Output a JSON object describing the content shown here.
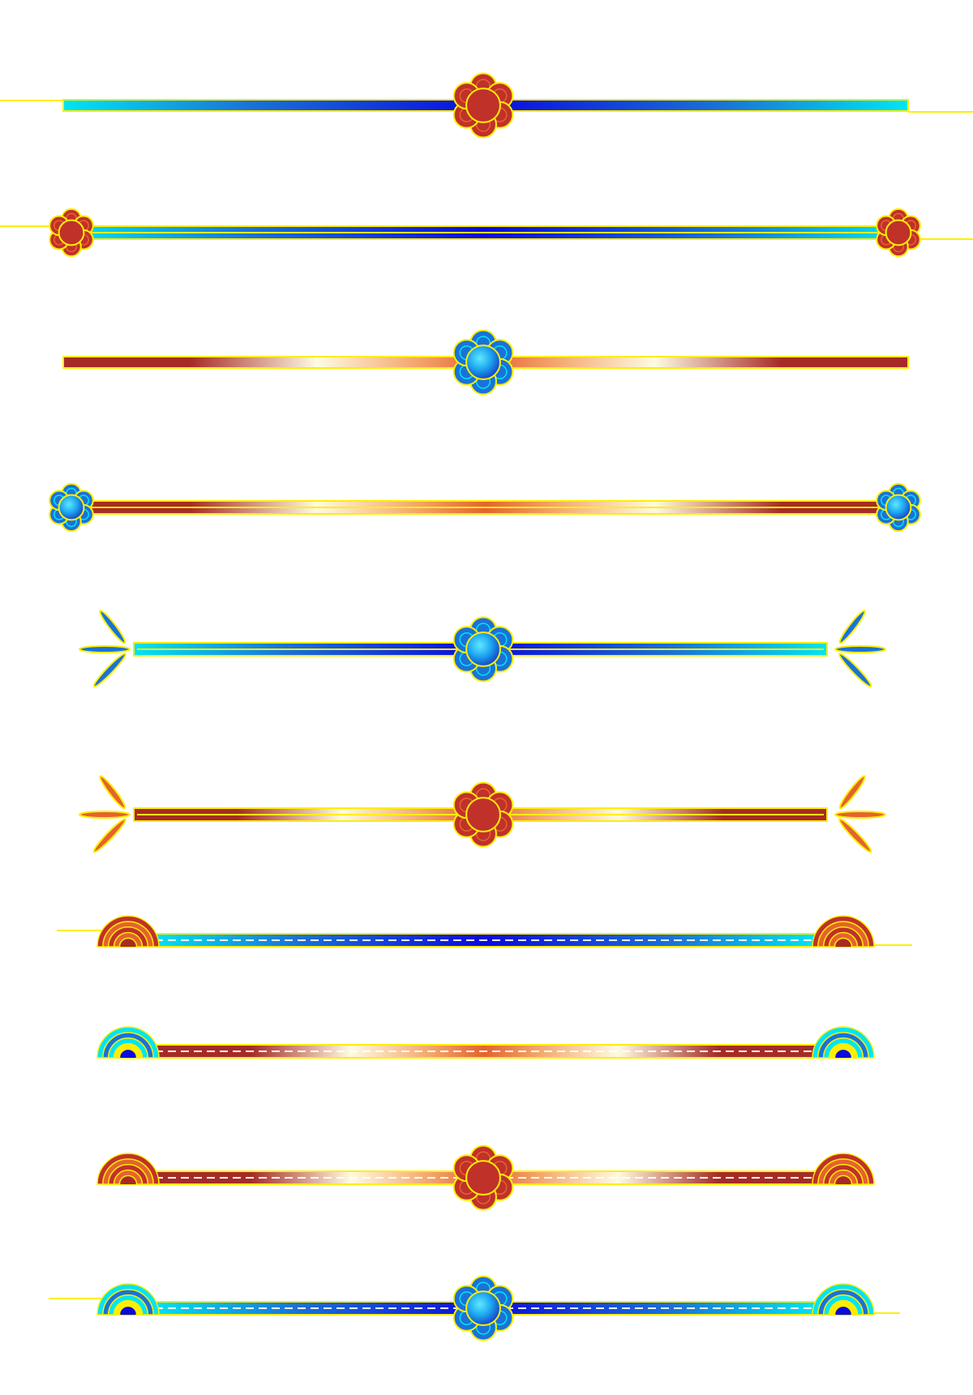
{
  "palette": {
    "background": "#ffffff",
    "outline_yellow": "#ffee00",
    "cyan": "#00e5f5",
    "blue": "#1d4fe0",
    "deep_blue": "#0a0adf",
    "mid_blue": "#1a72d8",
    "red": "#c0312a",
    "dark_red": "#a62b25",
    "orange": "#e4632e",
    "light_orange": "#f3a56a",
    "cream": "#fffbe0"
  },
  "dividers": [
    {
      "label": "divider-blue-center-flower",
      "bar": "blue",
      "style": "solid",
      "center": "red-flower",
      "ends": "none"
    },
    {
      "label": "divider-blue-end-flowers",
      "bar": "blue",
      "style": "double",
      "center": "none",
      "ends": "red-flower"
    },
    {
      "label": "divider-red-center-flower",
      "bar": "red",
      "style": "solid",
      "center": "blue-flower",
      "ends": "none"
    },
    {
      "label": "divider-red-end-flowers",
      "bar": "red",
      "style": "double",
      "center": "none",
      "ends": "blue-flower"
    },
    {
      "label": "divider-blue-center-flower-rays",
      "bar": "blue",
      "style": "double",
      "center": "blue-flower",
      "ends": "rays"
    },
    {
      "label": "divider-red-center-flower-rays",
      "bar": "red",
      "style": "double",
      "center": "red-flower",
      "ends": "rays"
    },
    {
      "label": "divider-blue-dashed-red-arches",
      "bar": "blue",
      "style": "dashed",
      "center": "none",
      "ends": "red-arch"
    },
    {
      "label": "divider-red-dashed-blue-arches",
      "bar": "red",
      "style": "dashed",
      "center": "none",
      "ends": "blue-arch"
    },
    {
      "label": "divider-red-dashed-arches-flower",
      "bar": "red",
      "style": "dashed",
      "center": "red-flower",
      "ends": "red-arch"
    },
    {
      "label": "divider-blue-dashed-arches-flower",
      "bar": "blue",
      "style": "dashed",
      "center": "blue-flower",
      "ends": "blue-arch"
    }
  ]
}
